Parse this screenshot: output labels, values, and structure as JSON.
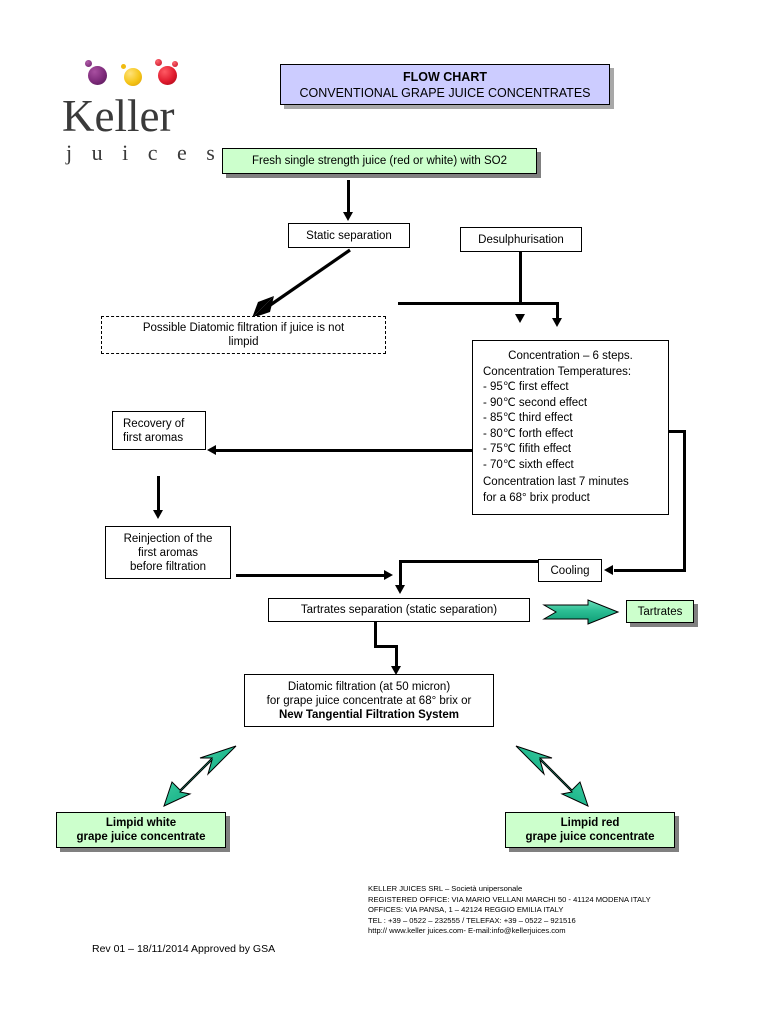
{
  "logo": {
    "word": "Keller",
    "subword": "j u i c e s",
    "fruits": [
      {
        "name": "purple-grape-icon",
        "color": "#7d2a7a"
      },
      {
        "name": "yellow-grape-icon",
        "color": "#f5c518"
      },
      {
        "name": "red-grape-icon",
        "color": "#e01b2e"
      }
    ]
  },
  "title": {
    "line1": "FLOW CHART",
    "line2": "CONVENTIONAL GRAPE JUICE CONCENTRATES"
  },
  "nodes": {
    "fresh_juice": "Fresh single strength juice (red or white) with SO2",
    "static_separation": "Static separation",
    "desulphurisation": "Desulphurisation",
    "diatomic_possible_l1": "Possible Diatomic filtration if juice is not",
    "diatomic_possible_l2": "limpid",
    "concentration": {
      "l1": "Concentration – 6 steps.",
      "l2": "Concentration Temperatures:",
      "l3": "- 95℃ first effect",
      "l4": "- 90℃ second effect",
      "l5": "- 85℃ third effect",
      "l6": "- 80℃ forth effect",
      "l7": "- 75℃ fifith effect",
      "l8": "- 70℃ sixth effect",
      "l9": "Concentration last 7 minutes",
      "l10": "for a 68° brix product"
    },
    "recovery_l1": "Recovery of",
    "recovery_l2": "first aromas",
    "reinjection_l1": "Reinjection of the",
    "reinjection_l2": "first aromas",
    "reinjection_l3": "before filtration",
    "cooling": "Cooling",
    "tartrates_separation": "Tartrates separation (static separation)",
    "tartrates": "Tartrates",
    "diatomic_filtration_l1": "Diatomic filtration (at 50 micron)",
    "diatomic_filtration_l2": "for grape juice concentrate at 68° brix or",
    "diatomic_filtration_l3": "New Tangential Filtration System",
    "limpid_white_l1": "Limpid white",
    "limpid_white_l2": "grape juice concentrate",
    "limpid_red_l1": "Limpid red",
    "limpid_red_l2": "grape juice concentrate"
  },
  "colors": {
    "green_fill": "#ccffcc",
    "lilac_fill": "#ccccff",
    "block_arrow": "#1fb88c",
    "shadow": "#808080"
  },
  "footer": {
    "l1": "KELLER JUICES SRL – Società unipersonale",
    "l2": "REGISTERED OFFICE: VIA MARIO VELLANI MARCHI 50 - 41124 MODENA ITALY",
    "l3": "OFFICES: VIA PANSA, 1 – 42124 REGGIO EMILIA ITALY",
    "l4": "TEL : +39 – 0522 – 232555 / TELEFAX: +39 – 0522 – 921516",
    "l5": "http:// www.keller juices.com-  E-mail:info@kellerjuices.com"
  },
  "revision": "Rev 01 – 18/11/2014 Approved by GSA"
}
